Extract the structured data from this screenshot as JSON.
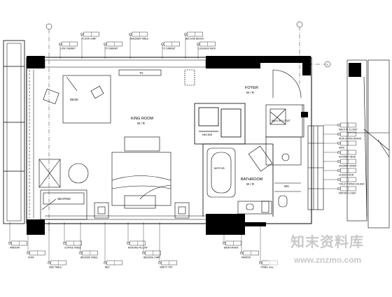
{
  "plan": {
    "rooms": {
      "king_room": {
        "name": "KING ROOM",
        "area": "W / R"
      },
      "bathroom": {
        "name": "BATHROOM",
        "area": "W / R"
      },
      "foyer": {
        "name": "FOYER",
        "area": "W / R"
      },
      "desk": "DESK",
      "seating": "SEATING",
      "bathtub": "BATHTUB",
      "wc": "WC",
      "walk_in_closet": "WALK-IN CLOSET",
      "mini_bar": "MINI BAR",
      "tv": "TV"
    },
    "grid_marks": [
      "3"
    ],
    "top_tags": [
      "LOW CABINET",
      "FLOOR LAMP",
      "TV CABINET",
      "DRESSER TABLE",
      "TV CABINET",
      "BED END BENCH",
      "LUGGAGE RACK"
    ],
    "bottom_tags": [
      "WINDOW",
      "SOFA",
      "SIDE TABLE",
      "COFFEE TABLE",
      "BEDSIDE TABLE",
      "BED",
      "READING PILLOW",
      "BEDSIDE LAMP",
      "VANITY TOP",
      "BASIN MIXER",
      "MIRROR",
      "TOWEL RAIL"
    ],
    "right_tags": [
      "WALK-IN CLOSET",
      "IRON & IRON BOARD",
      "SAFE",
      "SHOWER HEAD",
      "SHOWER MIXER",
      "GLASS DOOR",
      "TOILET PAPER HOLDER",
      "WATER CLOSET"
    ]
  },
  "watermark": {
    "title": "知末资料库",
    "url": "www.znzmo.com"
  }
}
